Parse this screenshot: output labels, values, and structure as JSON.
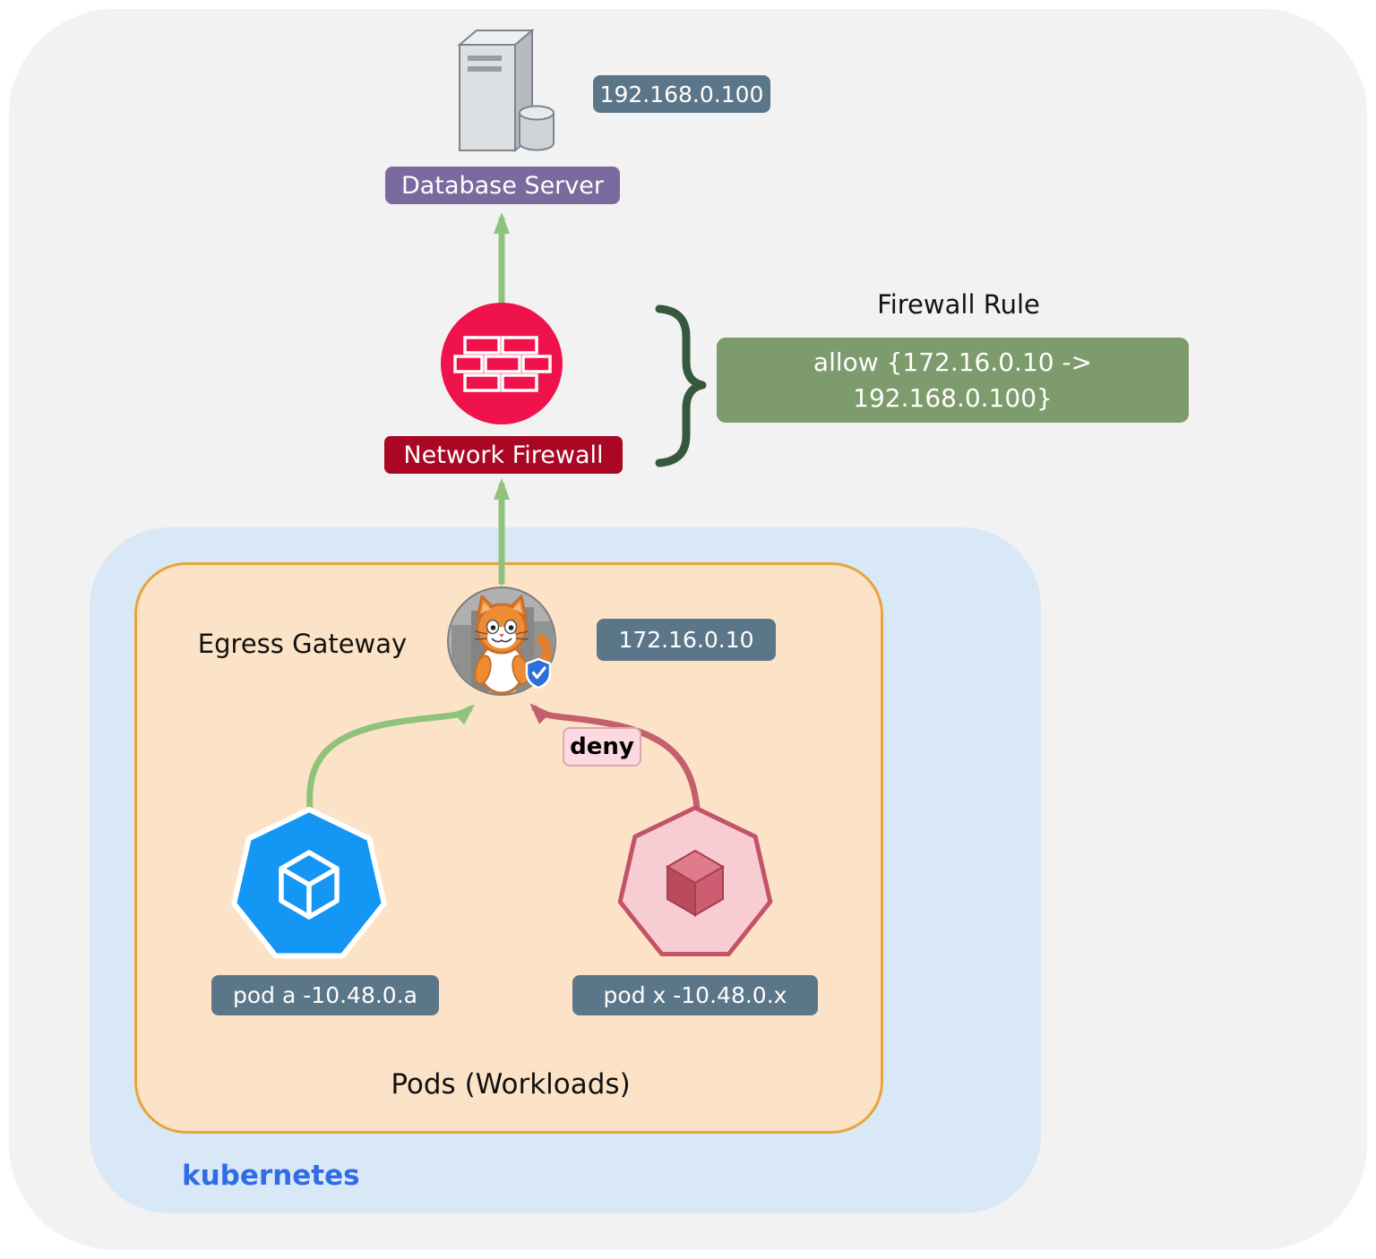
{
  "diagram": {
    "external": {
      "server_ip": "192.168.0.100",
      "server_label": "Database Server",
      "firewall_label": "Network Firewall"
    },
    "firewall_rule": {
      "title": "Firewall Rule",
      "line1": "allow {172.16.0.10 ->",
      "line2": "192.168.0.100}"
    },
    "cluster": {
      "name": "kubernetes",
      "egress_gateway": {
        "label": "Egress Gateway",
        "ip": "172.16.0.10"
      },
      "deny_label": "deny",
      "pods": {
        "title": "Pods (Workloads)",
        "pod_a_label": "pod a -10.48.0.a",
        "pod_x_label": "pod x -10.48.0.x"
      }
    },
    "icons": {
      "database_server": "server-tower-with-database-cylinder",
      "network_firewall": "brick-wall-in-red-circle",
      "egress_gateway": "cat-mascot-with-shield",
      "pod_allowed": "blue-heptagon-cube",
      "pod_denied": "red-heptagon-cube"
    },
    "colors": {
      "ip_badge_bg": "#5c7689",
      "database_label_bg": "#7a6a9d",
      "firewall_circle": "#f0124a",
      "firewall_label_bg": "#a90724",
      "allow_arrow": "#8fc379",
      "deny_arrow": "#c2606e",
      "rule_box_bg": "#7d9b6d",
      "brace": "#36583c",
      "kubernetes_box_bg": "#d8e8f7",
      "pods_box_bg": "#fce3c7",
      "pods_box_border": "#e8a43c",
      "kubernetes_text": "#326ce5",
      "outer_bg": "#f2f2f3"
    }
  }
}
